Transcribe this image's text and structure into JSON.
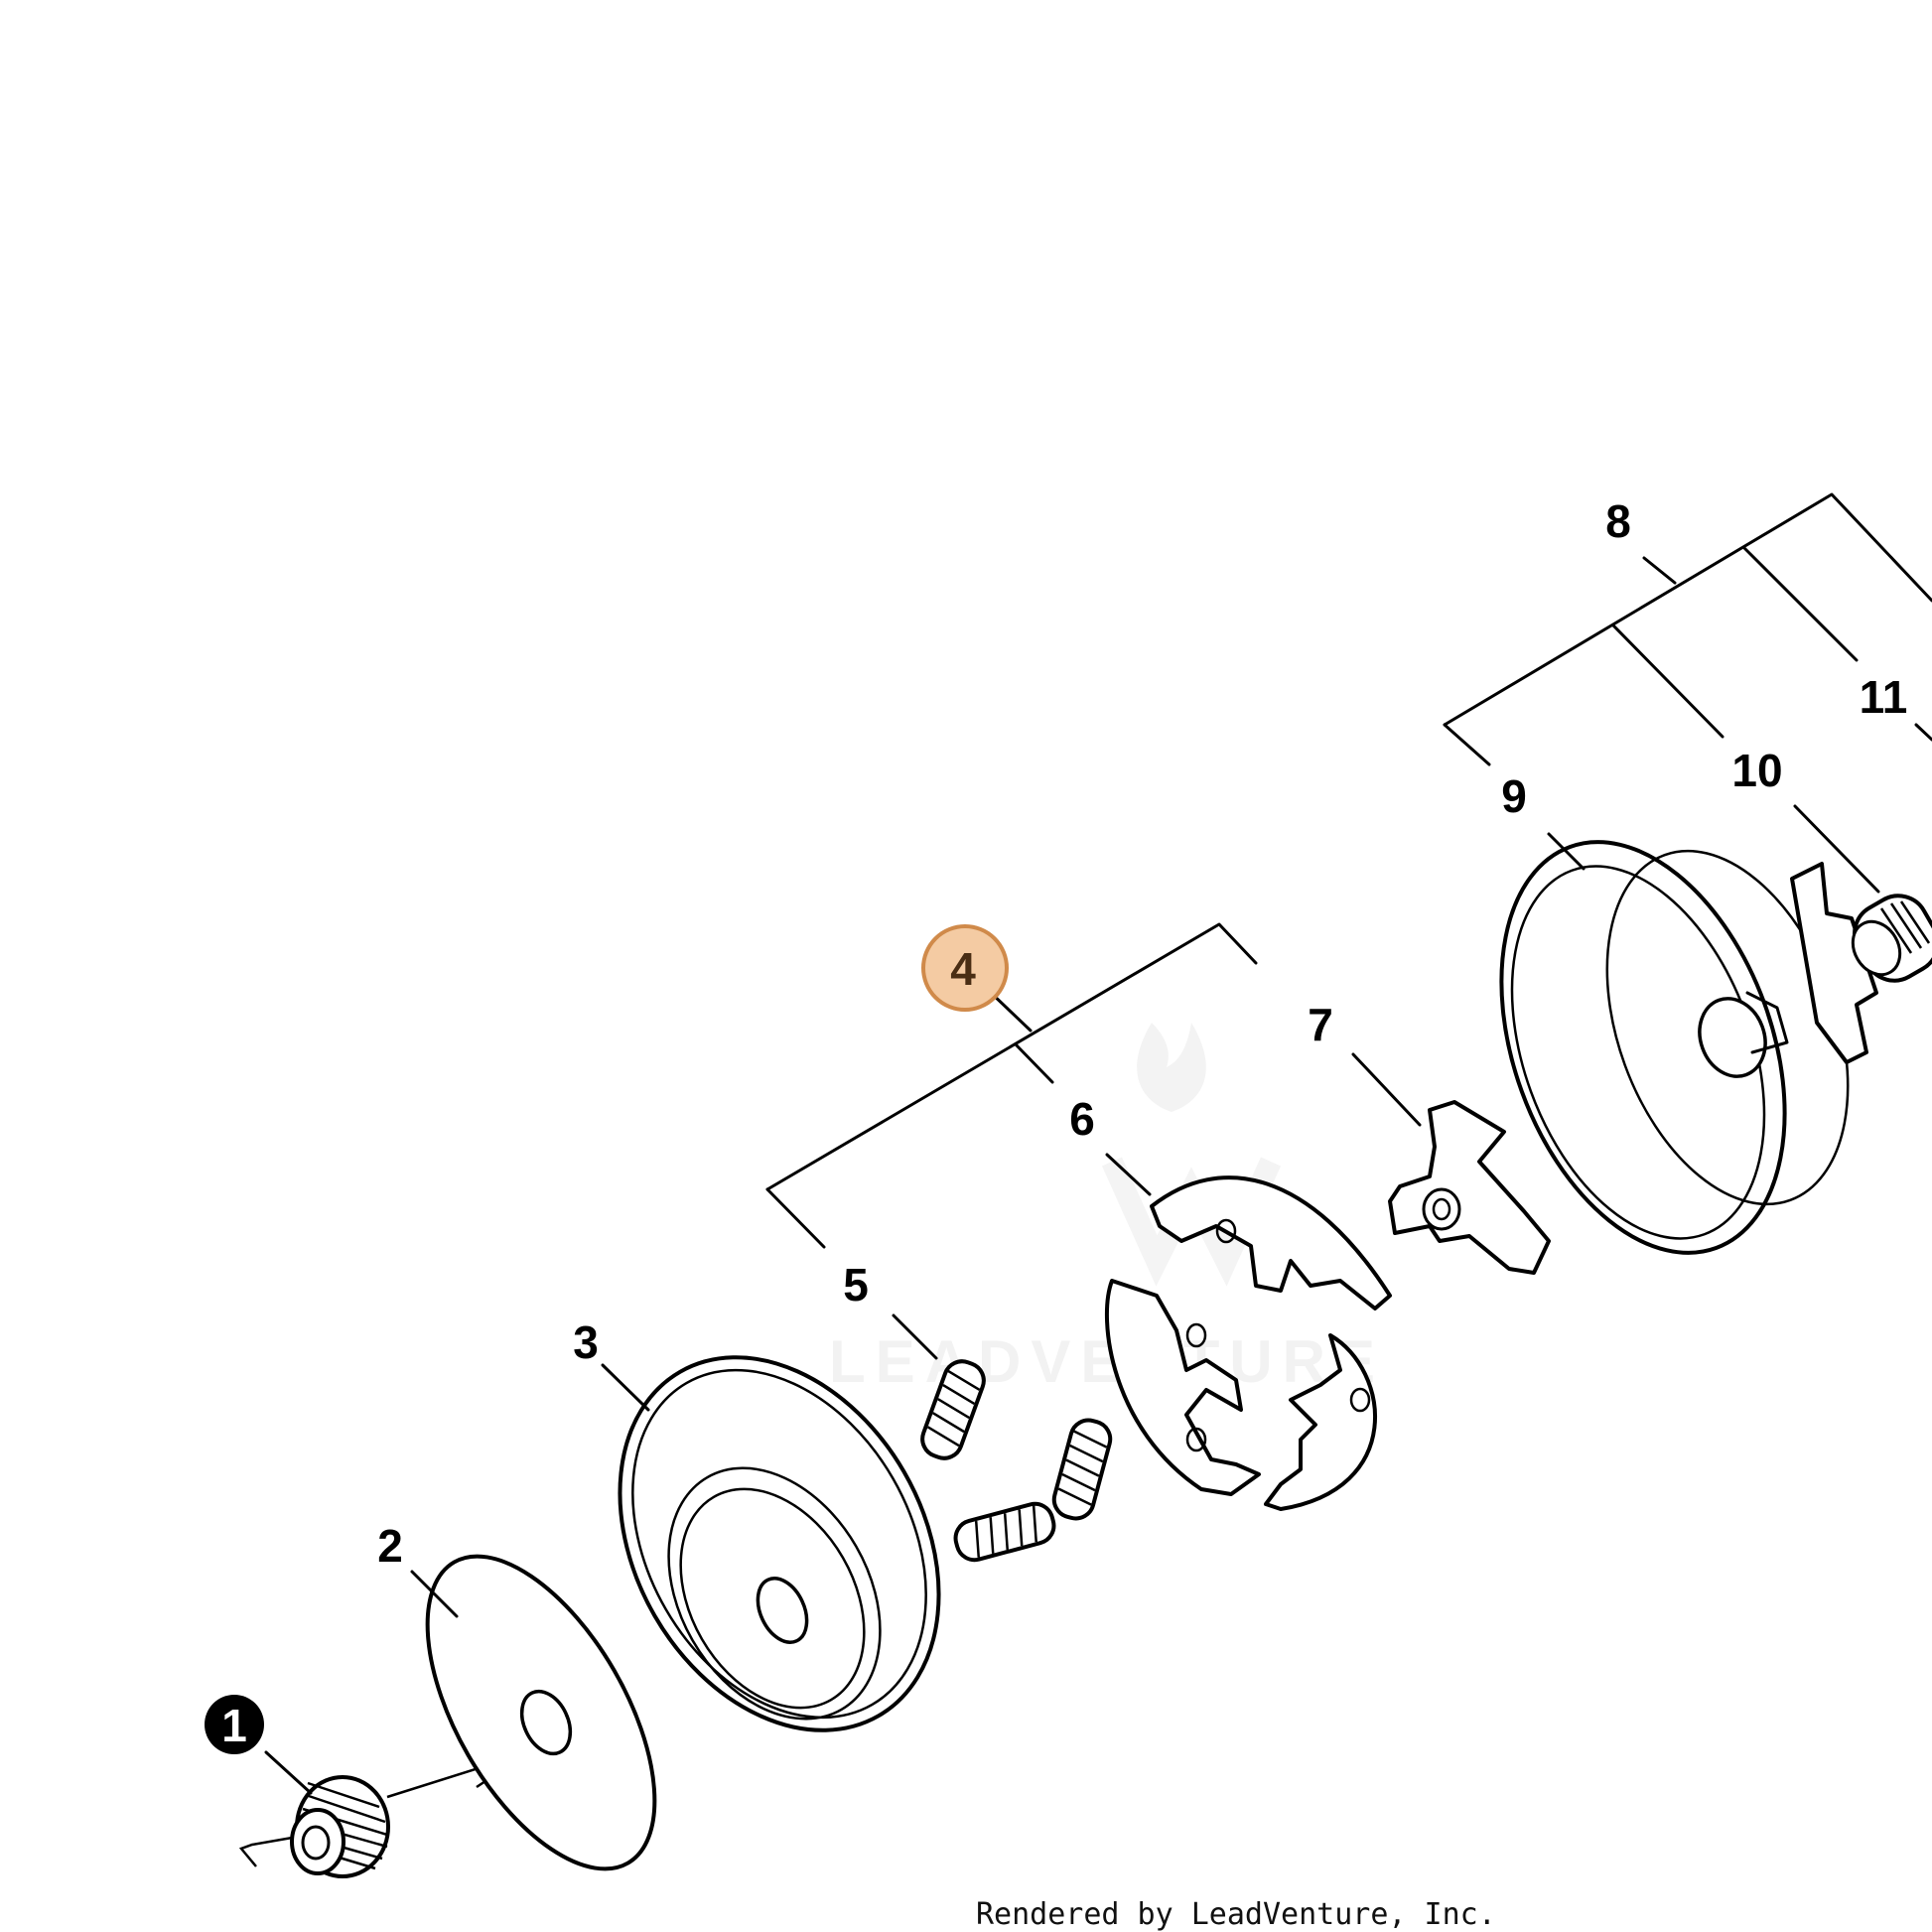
{
  "diagram": {
    "callouts": [
      {
        "id": "1",
        "text": "1",
        "style": "filled-black"
      },
      {
        "id": "2",
        "text": "2",
        "style": "plain"
      },
      {
        "id": "3",
        "text": "3",
        "style": "plain"
      },
      {
        "id": "4",
        "text": "4",
        "style": "highlighted"
      },
      {
        "id": "5",
        "text": "5",
        "style": "plain"
      },
      {
        "id": "6",
        "text": "6",
        "style": "plain"
      },
      {
        "id": "7",
        "text": "7",
        "style": "plain"
      },
      {
        "id": "8",
        "text": "8",
        "style": "plain"
      },
      {
        "id": "9",
        "text": "9",
        "style": "plain"
      },
      {
        "id": "10",
        "text": "10",
        "style": "plain"
      },
      {
        "id": "11",
        "text": "11",
        "style": "plain"
      }
    ],
    "highlight_color": "#d08a4a",
    "highlight_fill": "#f2c9a0",
    "watermark": "LEADVENTURE",
    "footer": "Rendered by LeadVenture, Inc."
  }
}
